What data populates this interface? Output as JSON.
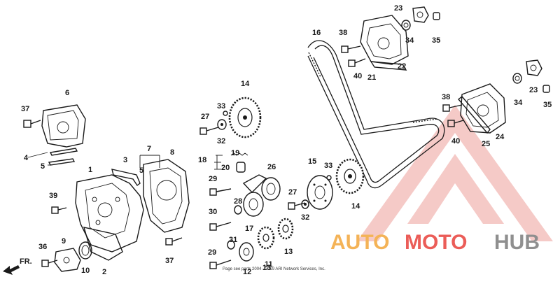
{
  "direction_label": "FR.",
  "copyright": "Page see parts 2004 - 2019 ARI Network Services, Inc.",
  "watermark": {
    "text_auto": "AUTO",
    "text_moto": "MOTO",
    "text_hub": "HUB",
    "color_red": "#e8413c",
    "color_orange": "#f3a63a",
    "color_gray": "#7c7c7c"
  },
  "part_numbers": {
    "p1": "1",
    "p2": "2",
    "p3": "3",
    "p4": "4",
    "p5a": "5",
    "p5b": "5",
    "p6": "6",
    "p7": "7",
    "p8": "8",
    "p9": "9",
    "p10": "10",
    "p11": "11",
    "p12": "12",
    "p13a": "13",
    "p13b": "13",
    "p14a": "14",
    "p14b": "14",
    "p15": "15",
    "p16": "16",
    "p17": "17",
    "p18": "18",
    "p19": "19",
    "p20": "20",
    "p21": "21",
    "p22": "22",
    "p23a": "23",
    "p23b": "23",
    "p24": "24",
    "p25": "25",
    "p26": "26",
    "p27a": "27",
    "p27b": "27",
    "p28": "28",
    "p29a": "29",
    "p29b": "29",
    "p30": "30",
    "p31": "31",
    "p32a": "32",
    "p32b": "32",
    "p33a": "33",
    "p33b": "33",
    "p34a": "34",
    "p34b": "34",
    "p35a": "35",
    "p35b": "35",
    "p36": "36",
    "p37a": "37",
    "p37b": "37",
    "p38a": "38",
    "p38b": "38",
    "p39": "39",
    "p40a": "40",
    "p40b": "40"
  }
}
